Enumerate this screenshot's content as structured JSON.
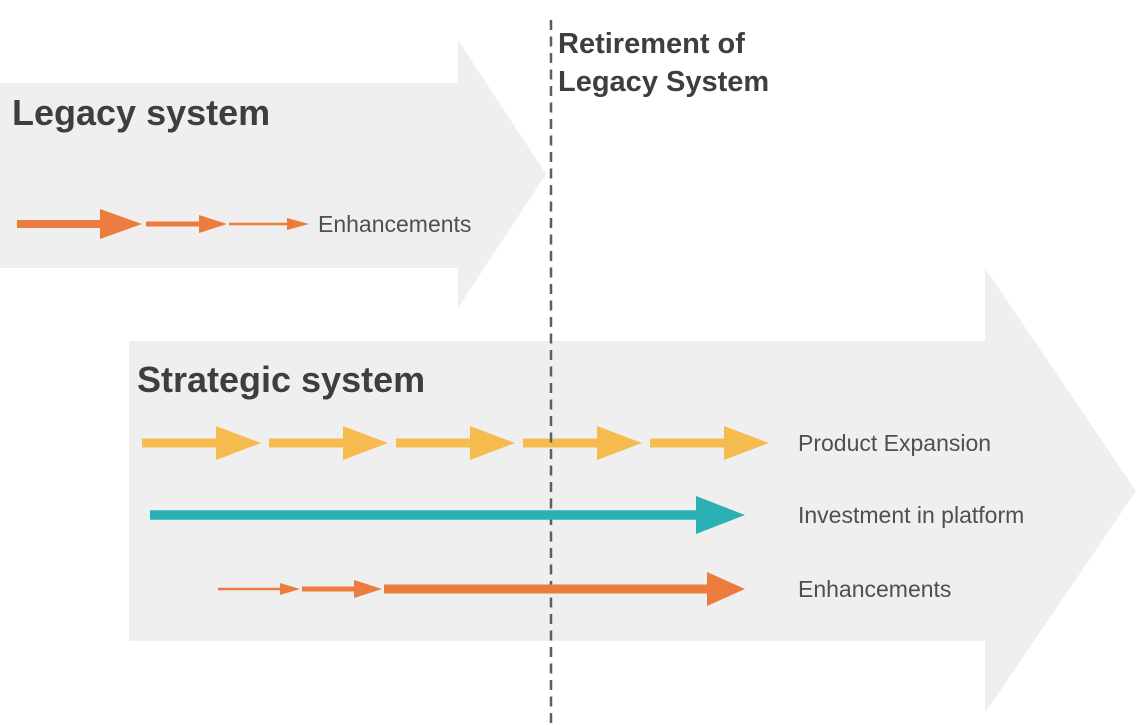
{
  "diagram": {
    "milestone": {
      "line1": "Retirement of",
      "line2": "Legacy System"
    },
    "legacy": {
      "title": "Legacy system",
      "rows": [
        {
          "label": "Enhancements",
          "color_key": "orange",
          "trend": "decreasing",
          "arrow_count": 3
        }
      ]
    },
    "strategic": {
      "title": "Strategic system",
      "rows": [
        {
          "label": "Product Expansion",
          "color_key": "yellow",
          "trend": "steady",
          "arrow_count": 5
        },
        {
          "label": "Investment in platform",
          "color_key": "teal",
          "trend": "single",
          "arrow_count": 1
        },
        {
          "label": "Enhancements",
          "color_key": "orange",
          "trend": "increasing",
          "arrow_count": 3
        }
      ]
    }
  },
  "colors": {
    "orange": "#EC7C3E",
    "yellow": "#F6BB4F",
    "teal": "#2BB1B5",
    "shape_gray": "#EFEFEF",
    "title_text": "#3E3E3E",
    "label_text": "#4F4F4F",
    "dashed_line": "#5E5E5E",
    "background": "#FFFFFF"
  }
}
